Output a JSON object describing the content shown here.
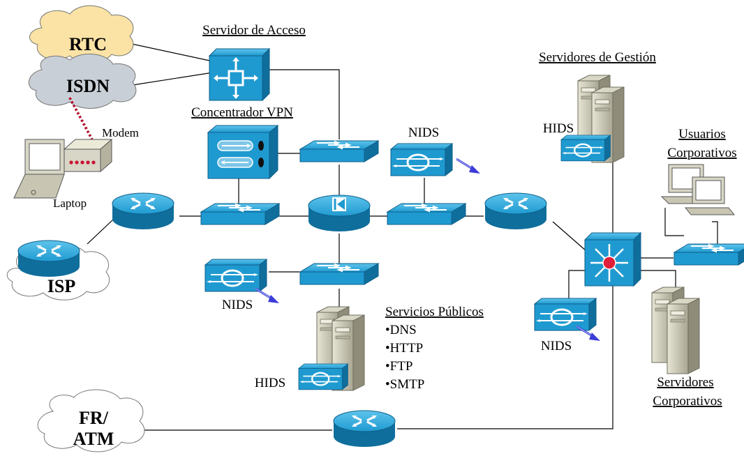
{
  "labels": {
    "servidor_acceso": "Servidor de Acceso",
    "concentrador_vpn": "Concentrador VPN",
    "servidores_gestion": "Servidores de Gestión",
    "usuarios_l1": "Usuarios",
    "usuarios_l2": "Corporativos",
    "servidores_corp_l1": "Servidores",
    "servidores_corp_l2": "Corporativos",
    "servicios_publicos": "Servicios Públicos",
    "services": [
      "•DNS",
      "•HTTP",
      "•FTP",
      "•SMTP"
    ],
    "nids_top": "NIDS",
    "nids_left": "NIDS",
    "nids_right": "NIDS",
    "hids_gestion": "HIDS",
    "hids_publicos": "HIDS",
    "modem": "Modem",
    "laptop": "Laptop"
  },
  "clouds": {
    "rtc": "RTC",
    "isdn": "ISDN",
    "isp": "ISP",
    "fratm_l1": "FR/",
    "fratm_l2": "ATM"
  },
  "colors": {
    "device_blue": "#1f9ad0",
    "device_dark": "#0f5f8a",
    "rtc_cloud": "#fbe3a6",
    "isdn_cloud": "#c9cfd6",
    "server_beige": "#c8c6b2",
    "arrow_blue": "#3c3cd8",
    "modem_red": "#b0102a"
  },
  "icons": [
    "router-icon",
    "switch-icon",
    "ids-sensor-icon",
    "firewall-icon",
    "vpn-concentrator-icon",
    "access-server-icon",
    "multilayer-switch-icon",
    "server-icon",
    "workstation-icon",
    "laptop-icon",
    "modem-icon",
    "cloud-icon"
  ]
}
